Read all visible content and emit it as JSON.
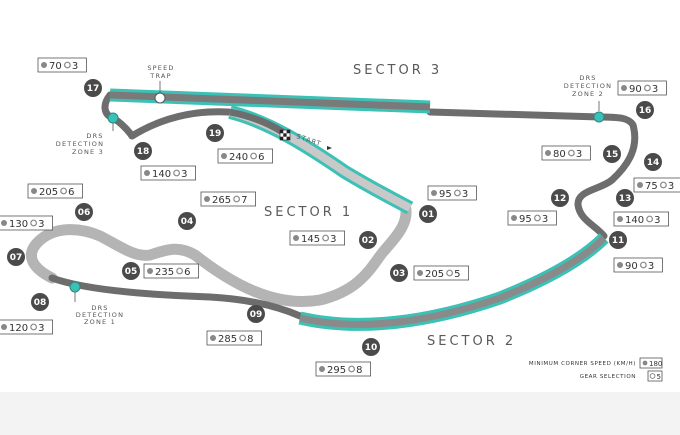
{
  "sectors": {
    "s1": "SECTOR 1",
    "s2": "SECTOR 2",
    "s3": "SECTOR 3"
  },
  "labels": {
    "speed_trap": [
      "SPEED",
      "TRAP"
    ],
    "start": "START",
    "drs_det_1": [
      "DRS",
      "DETECTION",
      "ZONE 1"
    ],
    "drs_det_2": [
      "DRS",
      "DETECTION",
      "ZONE 2"
    ],
    "drs_det_3": [
      "DRS",
      "DETECTION",
      "ZONE 3"
    ]
  },
  "corners": [
    {
      "num": "01",
      "speed": "95",
      "gear": "3"
    },
    {
      "num": "02",
      "speed": "145",
      "gear": "3"
    },
    {
      "num": "03",
      "speed": "205",
      "gear": "5"
    },
    {
      "num": "04",
      "speed": "265",
      "gear": "7"
    },
    {
      "num": "05",
      "speed": "235",
      "gear": "6"
    },
    {
      "num": "06",
      "speed": "205",
      "gear": "6"
    },
    {
      "num": "07",
      "speed": "130",
      "gear": "3"
    },
    {
      "num": "08",
      "speed": "120",
      "gear": "3"
    },
    {
      "num": "09",
      "speed": "285",
      "gear": "8"
    },
    {
      "num": "10",
      "speed": "295",
      "gear": "8"
    },
    {
      "num": "11",
      "speed": "90",
      "gear": "3"
    },
    {
      "num": "12",
      "speed": "95",
      "gear": "3"
    },
    {
      "num": "13",
      "speed": "140",
      "gear": "3"
    },
    {
      "num": "14",
      "speed": "75",
      "gear": "3"
    },
    {
      "num": "15",
      "speed": "80",
      "gear": "3"
    },
    {
      "num": "16",
      "speed": "90",
      "gear": "3"
    },
    {
      "num": "17",
      "speed": "70",
      "gear": "3"
    },
    {
      "num": "18",
      "speed": "140",
      "gear": "3"
    },
    {
      "num": "19",
      "speed": "240",
      "gear": "6"
    }
  ],
  "legend": {
    "min_speed_label": "MINIMUM CORNER SPEED (KM/H)",
    "min_speed_value": "180",
    "gear_label": "GEAR SELECTION",
    "gear_value": "5"
  },
  "colors": {
    "track_grey": "#b4b4b4",
    "track_dark": "#6d6d6d",
    "drs": "#3cc1b6",
    "corner_dot": "#4a4a4a"
  }
}
